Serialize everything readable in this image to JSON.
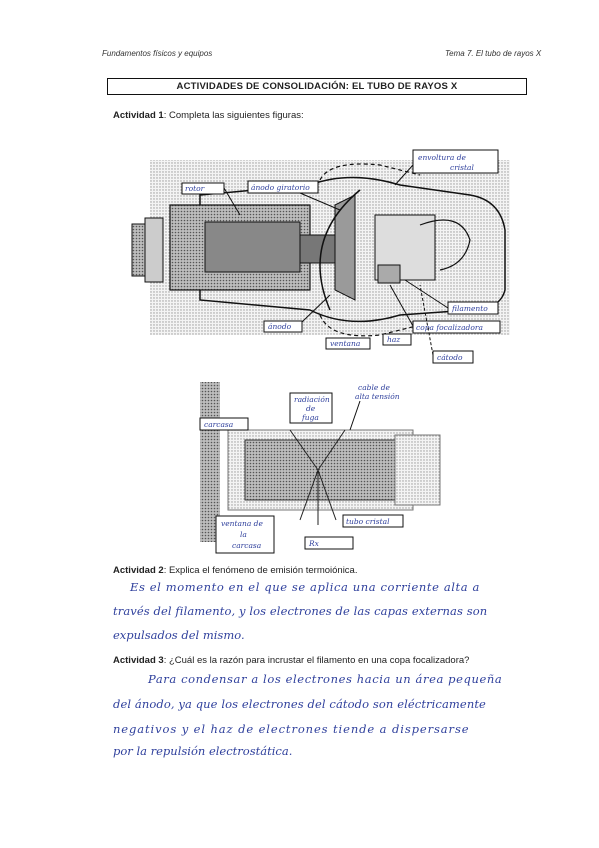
{
  "header": {
    "left": "Fundamentos físicos y equipos",
    "right": "Tema 7. El tubo de rayos X"
  },
  "title": "ACTIVIDADES DE CONSOLIDACIÓN: EL TUBO DE RAYOS X",
  "activity1": {
    "label": "Actividad 1",
    "text": ": Completa las siguientes figuras:"
  },
  "figure1": {
    "labels": {
      "rotor": "rotor",
      "anodo_giratorio": "ánodo giratorio",
      "envoltura_1": "envoltura de",
      "envoltura_2": "cristal",
      "anodo": "ánodo",
      "ventana": "ventana",
      "filamento": "filamento",
      "copa": "copa focalizadora",
      "haz": "haz",
      "catodo": "cátodo"
    }
  },
  "figure2": {
    "labels": {
      "radiacion_1": "radiación",
      "radiacion_2": "de",
      "radiacion_3": "fuga",
      "cable_1": "cable de",
      "cable_2": "alta tensión",
      "carcasa_top": "carcasa",
      "ventana_carcasa_1": "ventana de",
      "ventana_carcasa_2": "la",
      "ventana_carcasa_3": "carcasa",
      "rx": "Rx",
      "tubo": "tubo cristal"
    }
  },
  "activity2": {
    "label": "Actividad 2",
    "text": ": Explica el fenómeno de emisión termoiónica.",
    "answer": [
      "Es el momento en el que se aplica una corriente alta a",
      "través del filamento, y los electrones de las capas externas son",
      "expulsados del mismo."
    ]
  },
  "activity3": {
    "label": "Actividad 3",
    "text": ": ¿Cuál es la razón para incrustar el filamento en una copa focalizadora?",
    "answer": [
      "Para condensar a los electrones hacia un área pequeña",
      "del ánodo, ya que los electrones del cátodo son eléctricamente",
      "negativos y el haz de electrones tiende a dispersarse",
      "por la repulsión electrostática."
    ]
  }
}
